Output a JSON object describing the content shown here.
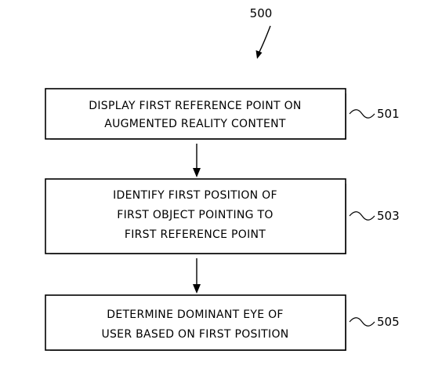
{
  "figure": {
    "number": "500"
  },
  "steps": [
    {
      "ref": "501",
      "lines": [
        "DISPLAY FIRST REFERENCE POINT ON",
        "AUGMENTED REALITY CONTENT"
      ]
    },
    {
      "ref": "503",
      "lines": [
        "IDENTIFY FIRST POSITION OF",
        "FIRST OBJECT POINTING TO",
        "FIRST REFERENCE POINT"
      ]
    },
    {
      "ref": "505",
      "lines": [
        "DETERMINE DOMINANT EYE OF",
        "USER BASED ON FIRST POSITION"
      ]
    }
  ]
}
